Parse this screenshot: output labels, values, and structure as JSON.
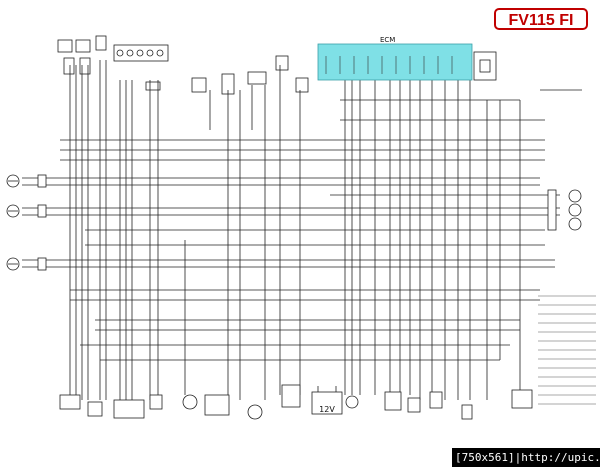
{
  "diagram": {
    "model": "FV115 FI",
    "ecm_label": "ECM",
    "battery_label": "12V",
    "colors": {
      "ecm_fill": "#7fe0e6",
      "badge_red": "#c00000",
      "wire": "#222222",
      "footer_bg": "#000000"
    }
  },
  "footer": {
    "size_text": "[750x561]",
    "separator": "|",
    "url": "http://upic.me/"
  }
}
